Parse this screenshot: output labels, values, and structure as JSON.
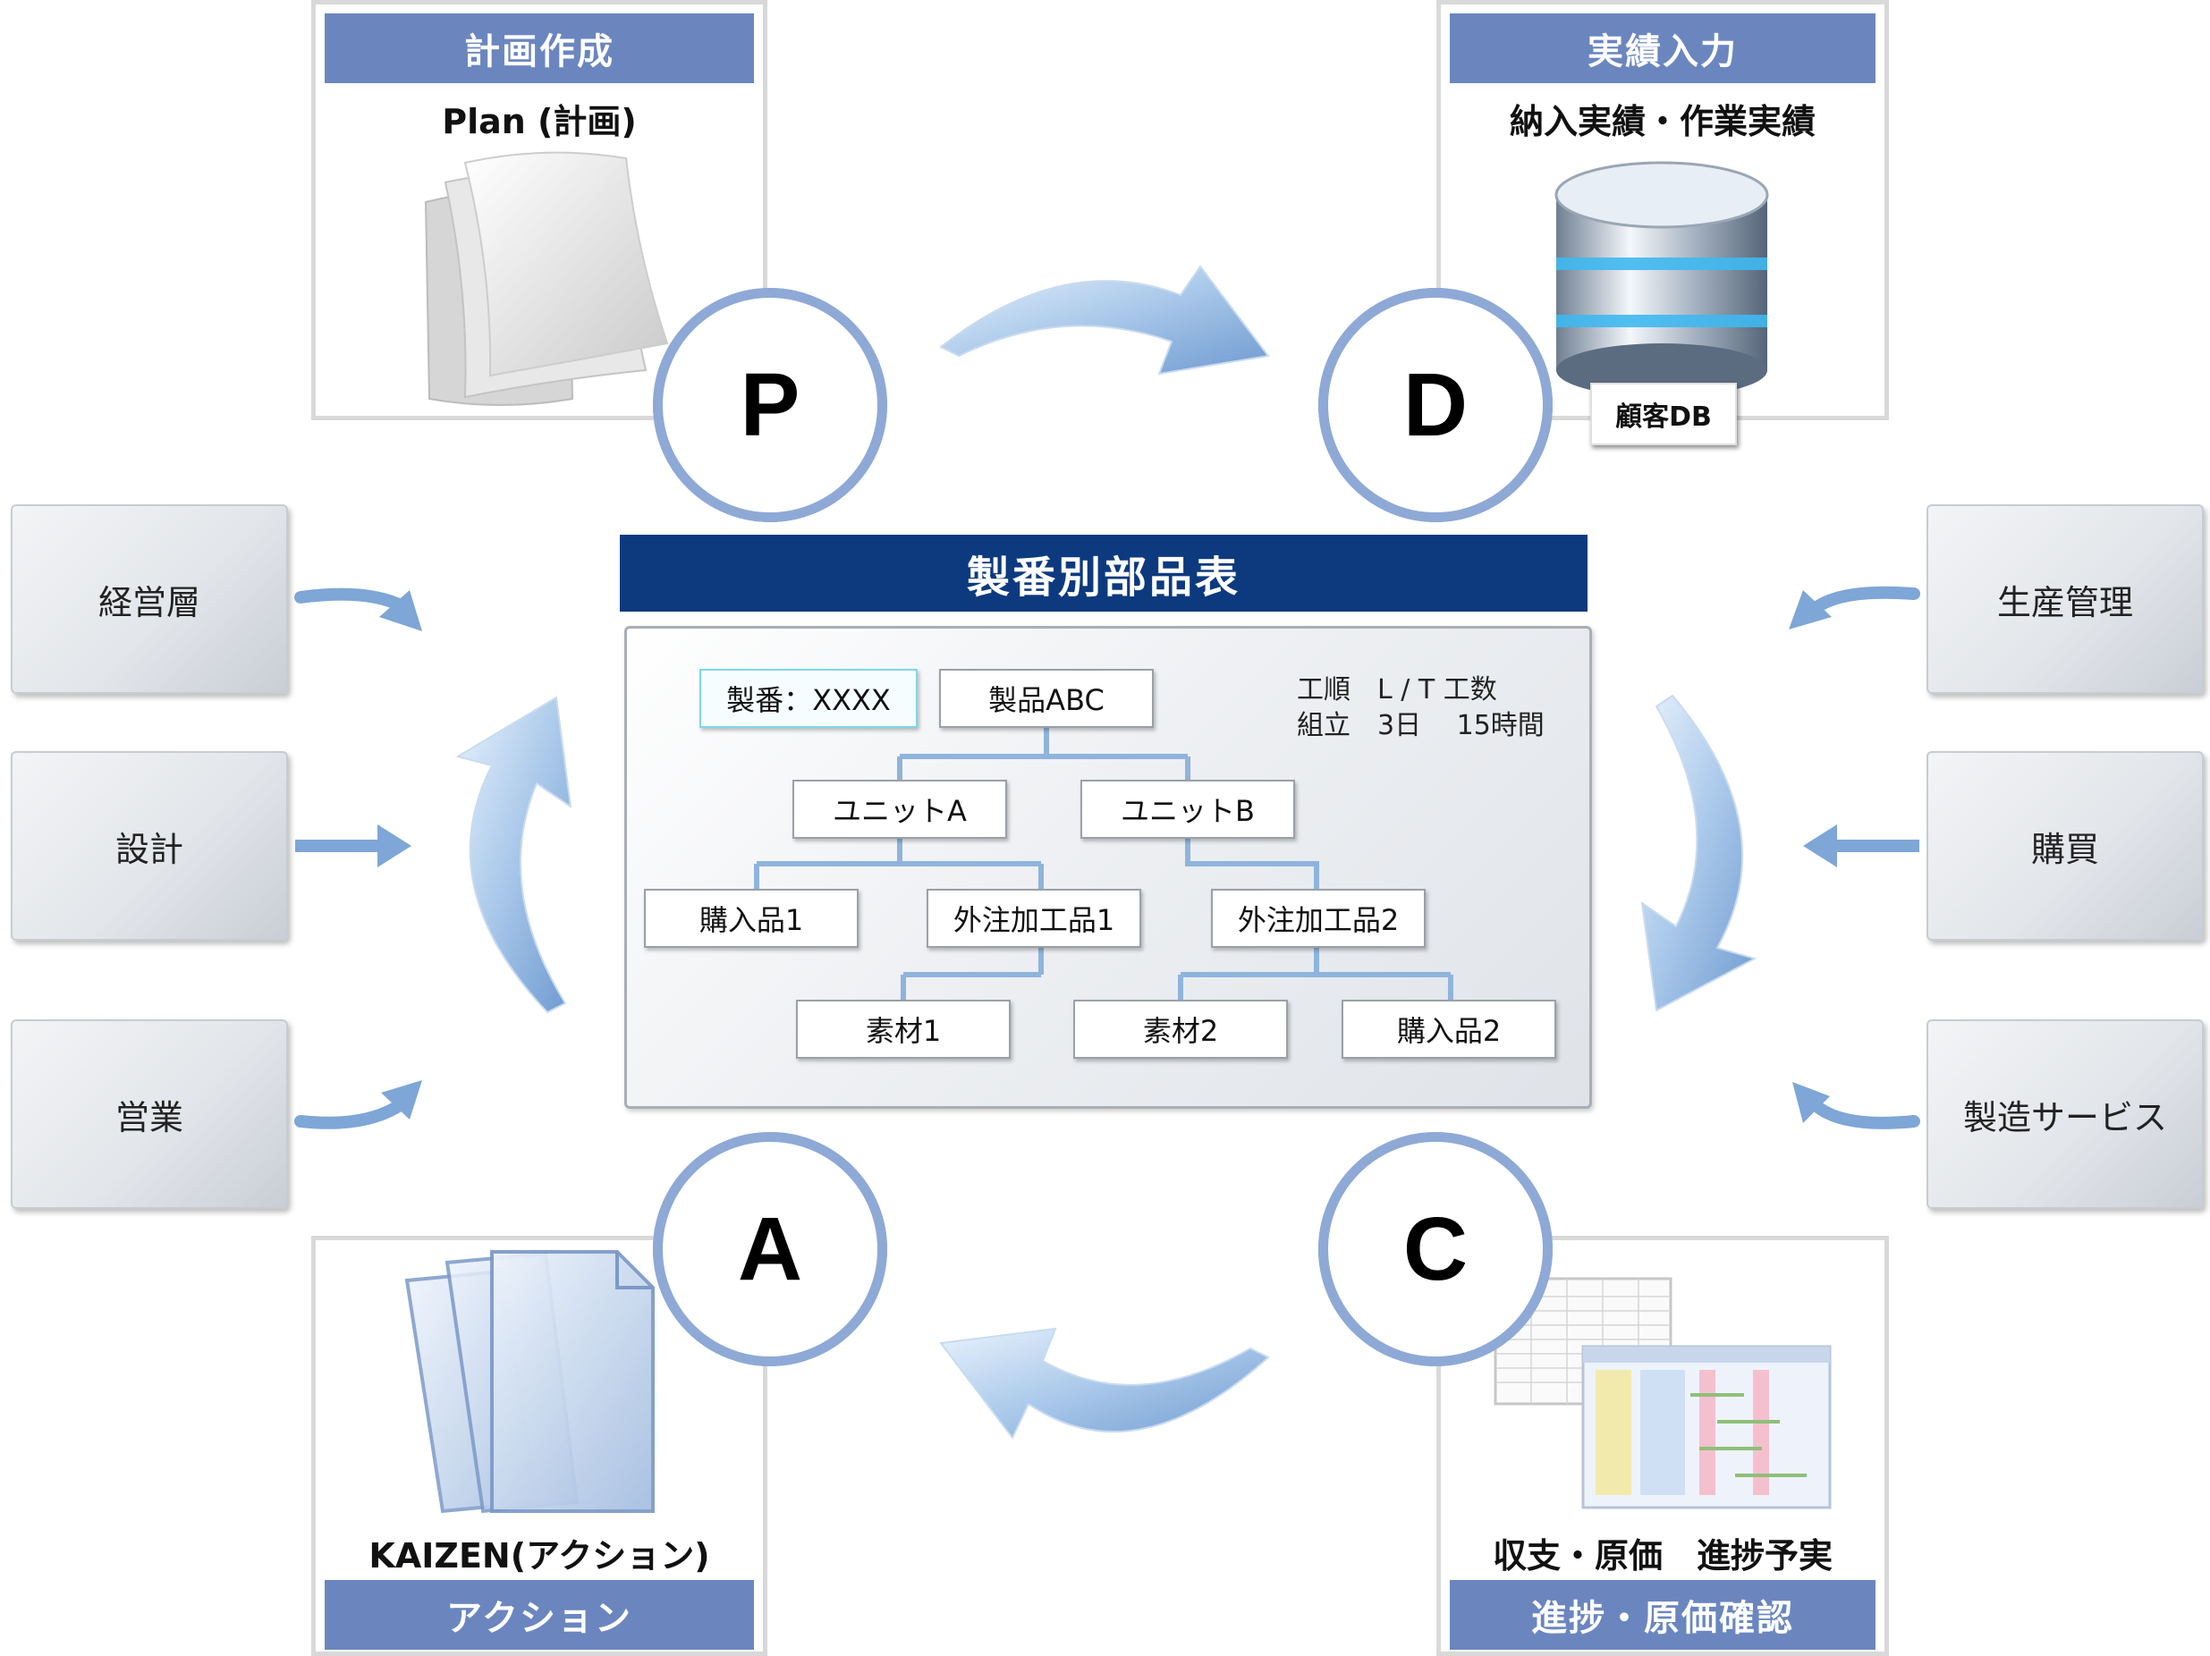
{
  "plan": {
    "bar": "計画作成",
    "subtitle": "Plan (計画)",
    "letter": "P"
  },
  "do": {
    "bar": "実績入力",
    "subtitle": "納入実績・作業実績",
    "letter": "D",
    "db_label": "顧客DB"
  },
  "act": {
    "bar": "アクション",
    "subtitle": "KAIZEN(アクション)",
    "letter": "A"
  },
  "check": {
    "bar": "進捗・原価確認",
    "subtitle": "収支・原価　進捗予実",
    "letter": "C"
  },
  "roles_left": [
    "経営層",
    "設計",
    "営業"
  ],
  "roles_right": [
    "生産管理",
    "購買",
    "製造サービス"
  ],
  "bom": {
    "title": "製番別部品表",
    "order_no": "製番：XXXX",
    "product": "製品ABC",
    "info_line1": "工順　L / T 工数",
    "info_line2": "組立　3日　 15時間",
    "unit_a": "ユニットA",
    "unit_b": "ユニットB",
    "purchase1": "購入品1",
    "outsource1": "外注加工品1",
    "outsource2": "外注加工品2",
    "material1": "素材1",
    "material2": "素材2",
    "purchase2": "購入品2"
  },
  "colors": {
    "panel_bar": "#6b86bf",
    "circle_border": "#8ea9d6",
    "bom_title_bg": "#0d3a7e",
    "connector": "#8fb4dc",
    "arrow": "#7ea6d6"
  },
  "icons": {
    "plan": "paper-stack-icon",
    "do": "database-icon",
    "act": "glass-documents-icon",
    "check": "spreadsheet-screens-icon"
  }
}
